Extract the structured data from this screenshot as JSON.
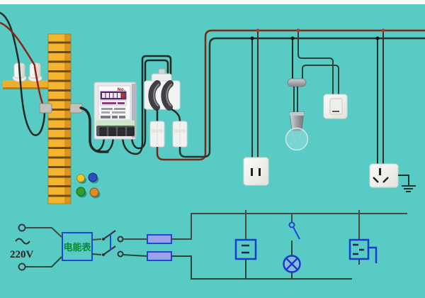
{
  "labels": {
    "voltage_source": "220V",
    "energy_meter_box": "电能表",
    "meter_serial_prefix": "No."
  },
  "colors": {
    "background": "#57cbc4",
    "top_strip": "#ffffff",
    "wire_dark": "#232a24",
    "wire_red": "#7e2616",
    "schematic_blue": "#2040d0",
    "schematic_dark_wire": "#46493f",
    "schematic_green_wire": "#2c4639",
    "fuse_fill": "#9aa2ea",
    "lamp_symbol_fill": "#85bcd8",
    "meter_label_green": "#0c8a2e",
    "pole_yellow": "#f5b531",
    "button_yellow": "#ecc829",
    "button_blue": "#2a50c0",
    "button_green": "#2f9e2c",
    "button_orange": "#df8a1e"
  },
  "components": {
    "illustration": [
      "service-drop-wires",
      "utility-pole",
      "insulators",
      "standoff-clamps",
      "energy-meter",
      "knife-switch",
      "fuse-boxes",
      "indicator-buttons",
      "pendant-lamp",
      "wall-switch",
      "two-pin-socket",
      "three-pin-socket",
      "earth-ground"
    ],
    "schematic": [
      "ac-source-220v",
      "energy-meter-box",
      "double-pole-switch",
      "fuses",
      "two-pin-socket-symbol",
      "lamp-symbol",
      "switch-symbol",
      "three-pin-socket-symbol",
      "earth-hook"
    ]
  }
}
